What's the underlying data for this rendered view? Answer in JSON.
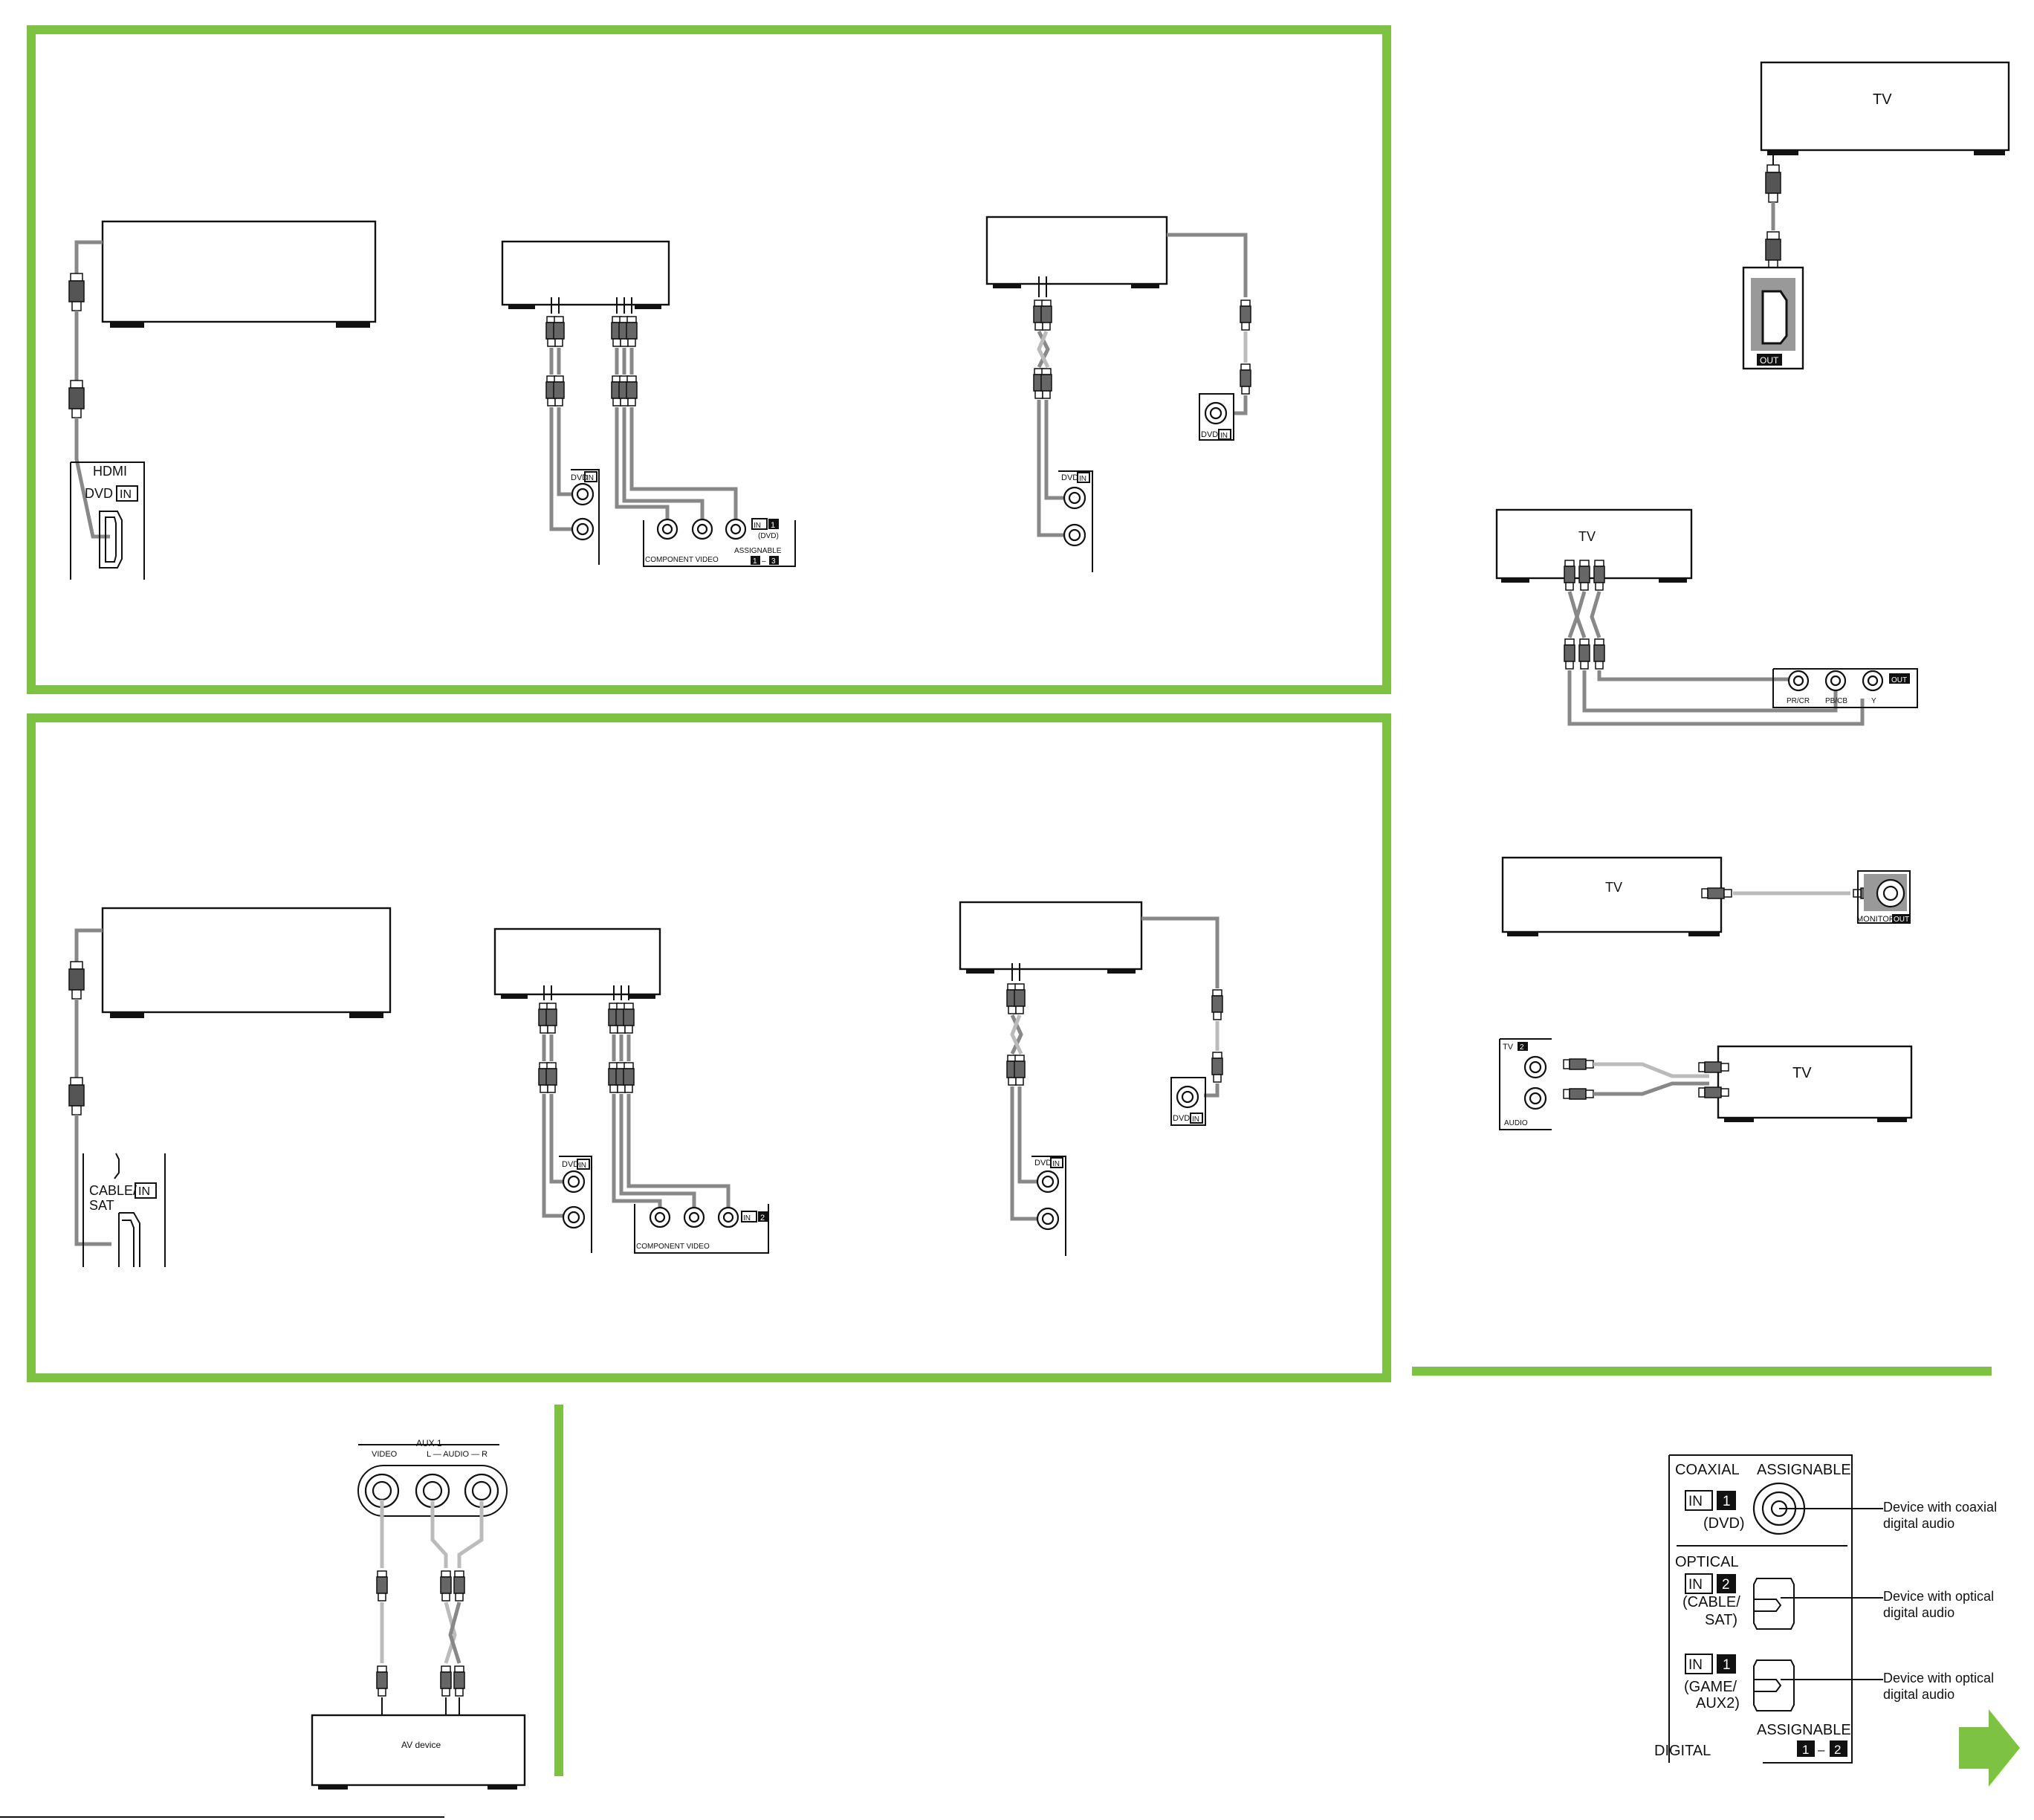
{
  "colors": {
    "accent_green": "#7dc242",
    "cable_gray": "#888888",
    "cable_light": "#bbbbbb",
    "label_black": "#111111"
  },
  "icons": [
    "hdmi-plug-icon",
    "rca-plug-icon",
    "optical-plug-icon",
    "next-page-arrow-icon"
  ],
  "panel1": {
    "hdmi": {
      "title": "HDMI",
      "port_label": "DVD",
      "port_tag": "IN"
    },
    "component": {
      "jack_label": "DVD",
      "jack_tag": "IN",
      "in_tag": "IN",
      "in_num": "1",
      "in_sub": "(DVD)",
      "bottom_label": "COMPONENT VIDEO",
      "assign_label": "ASSIGNABLE",
      "assign_range_a": "1",
      "assign_dash": "–",
      "assign_range_b": "3"
    },
    "composite": {
      "jack_label": "DVD",
      "jack_tag": "IN",
      "video_jack_label": "DVD",
      "video_jack_tag": "IN"
    }
  },
  "panel2": {
    "hdmi": {
      "port_label_1": "CABLE/",
      "port_label_2": "SAT",
      "port_tag": "IN"
    },
    "component": {
      "jack_label": "DVD",
      "jack_tag": "IN",
      "in_tag": "IN",
      "in_num": "2",
      "bottom_label": "COMPONENT VIDEO"
    },
    "composite": {
      "jack_label": "DVD",
      "jack_tag": "IN",
      "video_jack_label": "DVD",
      "video_jack_tag": "IN"
    }
  },
  "tv_hdmi": {
    "tv_label": "TV",
    "port_tag": "OUT"
  },
  "tv_component": {
    "tv_label": "TV",
    "jack_labels": [
      "PR/CR",
      "PB/CB",
      "Y"
    ],
    "out_tag": "OUT"
  },
  "tv_monitor": {
    "tv_label": "TV",
    "monitor_label": "MONITOR",
    "out_tag": "OUT"
  },
  "tv_audio": {
    "tv_label": "TV",
    "panel_label": "TV",
    "panel_num": "2",
    "audio_label": "AUDIO"
  },
  "aux": {
    "group_label": "AUX 1",
    "video_label": "VIDEO",
    "audio_label": "L — AUDIO — R",
    "device_label": "AV device"
  },
  "digital": {
    "coaxial": "COAXIAL",
    "assignable_top": "ASSIGNABLE",
    "in1_tag": "IN",
    "in1_num": "1",
    "in1_sub": "(DVD)",
    "optical": "OPTICAL",
    "in2_tag": "IN",
    "in2_num": "2",
    "in2_sub_1": "(CABLE/",
    "in2_sub_2": "SAT)",
    "in3_tag": "IN",
    "in3_num": "1",
    "in3_sub_1": "(GAME/",
    "in3_sub_2": "AUX2)",
    "assignable_bottom": "ASSIGNABLE",
    "range_a": "1",
    "range_dash": "–",
    "range_b": "2",
    "digital": "DIGITAL",
    "callout_1a": "Device with coaxial",
    "callout_1b": "digital audio",
    "callout_2a": "Device with optical",
    "callout_2b": "digital audio",
    "callout_3a": "Device with optical",
    "callout_3b": "digital audio"
  }
}
